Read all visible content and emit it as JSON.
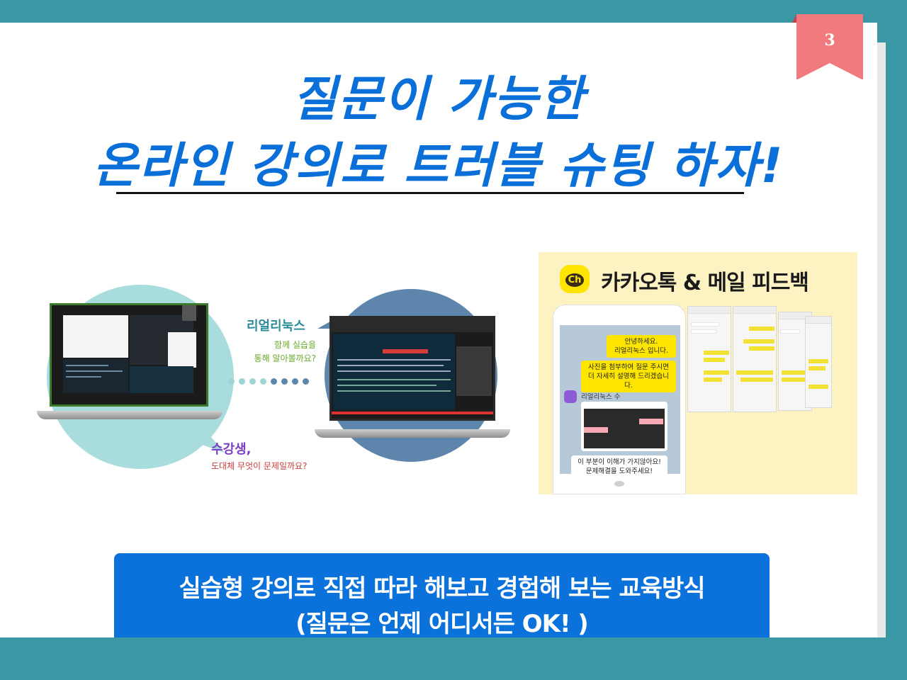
{
  "page_number": "3",
  "title": {
    "line1": "질문이 가능한",
    "line2": "온라인 강의로 트러블 슈팅 하자!"
  },
  "illustration": {
    "instructor_label": "리얼리눅스",
    "instructor_sub_line1": "함께 실습을",
    "instructor_sub_line2": "통해 알아볼까요?",
    "student_label": "수강생,",
    "student_sub": "도대체 무엇이 문제일까요?",
    "dot_colors": [
      "#9fd4d4",
      "#9fd4d4",
      "#9fd4d4",
      "#9fd4d4",
      "#5e86ad",
      "#5e86ad",
      "#5e86ad",
      "#5e86ad"
    ]
  },
  "kakao": {
    "logo_text": "Ch",
    "title": "카카오톡 & 메일 피드백",
    "messages": {
      "m1_line1": "안녕하세요.",
      "m1_line2": "리얼리눅스 입니다.",
      "m2_line1": "사진을 첨부하여 질문 주시면",
      "m2_line2": "더 자세히 설명해 드리겠습니다.",
      "agent_name": "리얼리눅스 수",
      "m3_line1": "이 부분이 이해가 가지않아요!",
      "m3_line2": "문제해결을 도와주세요!"
    }
  },
  "banner": {
    "line1": "실습형 강의로 직접 따라 해보고 경험해 보는 교육방식",
    "line2": "(질문은 언제 어디서든 OK! )"
  },
  "colors": {
    "accent_blue": "#0b72db",
    "teal_frame": "#3a98a4",
    "page_tab": "#f07a7d",
    "kakao_yellow": "#fee500"
  }
}
